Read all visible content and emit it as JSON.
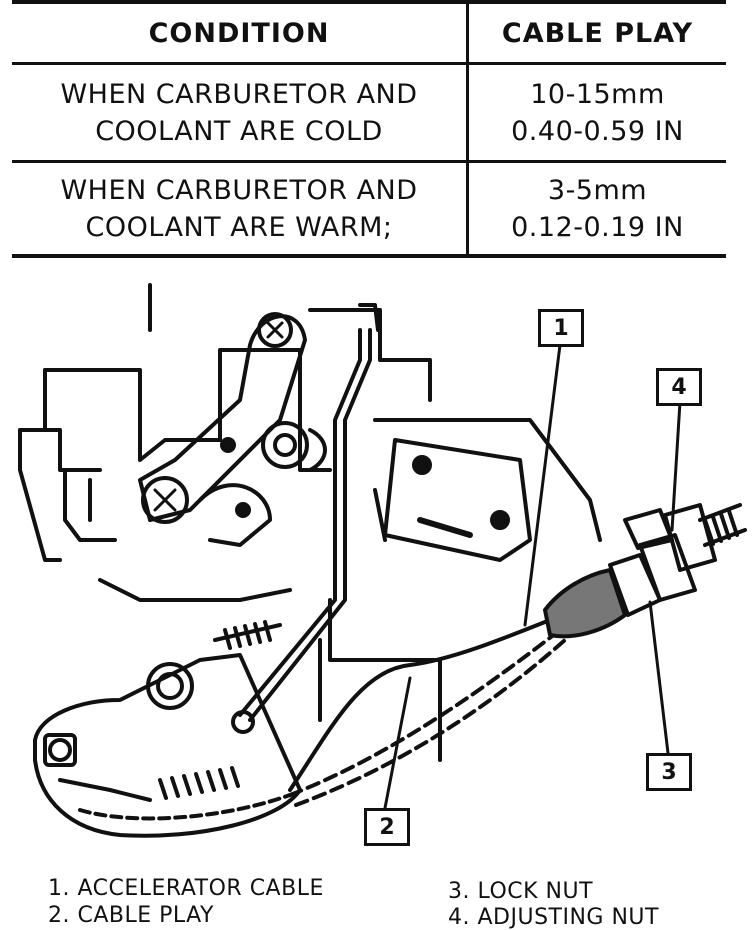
{
  "table": {
    "headers": [
      "CONDITION",
      "CABLE PLAY"
    ],
    "rows": [
      {
        "condition": [
          "WHEN CARBURETOR AND",
          "COOLANT ARE COLD"
        ],
        "play": [
          "10-15mm",
          "0.40-0.59 IN"
        ]
      },
      {
        "condition": [
          "WHEN CARBURETOR AND",
          "COOLANT ARE WARM;"
        ],
        "play": [
          "3-5mm",
          "0.12-0.19 IN"
        ]
      }
    ]
  },
  "callouts": [
    "1",
    "2",
    "3",
    "4"
  ],
  "legend": {
    "items": [
      "1. ACCELERATOR CABLE",
      "2. CABLE PLAY",
      "3. LOCK NUT",
      "4. ADJUSTING NUT"
    ]
  }
}
